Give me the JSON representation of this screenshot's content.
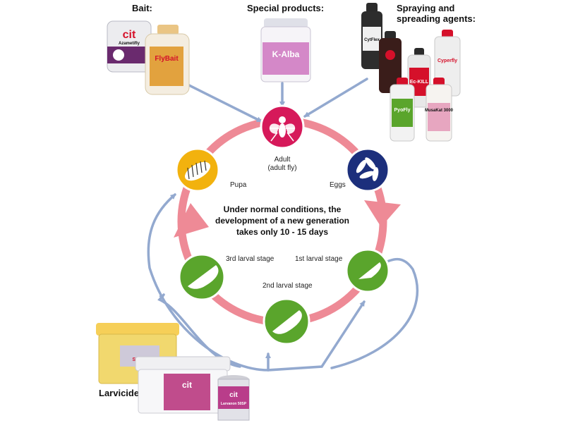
{
  "categories": {
    "bait": "Bait:",
    "special": "Special products:",
    "spraying_line1": "Spraying and",
    "spraying_line2": "spreading agents:",
    "larvicides": "Larvicides:"
  },
  "stages": {
    "adult_line1": "Adult",
    "adult_line2": "(adult fly)",
    "eggs": "Eggs",
    "first_larval": "1st larval stage",
    "second_larval": "2nd larval stage",
    "third_larval": "3rd larval stage",
    "pupa": "Pupa"
  },
  "center_text": {
    "line1": "Under normal conditions, the",
    "line2": "development of a new generation",
    "line3": "takes only 10 - 15 days"
  },
  "products": {
    "bait_tin_brand": "cit",
    "bait_tin_name": "Azametifly",
    "bait_jar_name": "FlyBait",
    "special_tub_name": "K-Alba",
    "spray_bottle_1": "CytFlex",
    "spray_bottle_2": "Cyperfly",
    "spray_bottle_3": "Ec-KILL",
    "spray_bottle_4": "PyoFly",
    "spray_bottle_5": "MusaKat 3000",
    "larv_bucket_yellow": "Solfac",
    "larv_bucket_white_brand": "cit",
    "larv_tin_brand": "cit",
    "larv_tin_name": "Larvanon 50SP"
  },
  "colors": {
    "cycle_pink": "#ee8a96",
    "magenta": "#d6195a",
    "navy": "#1c2f7c",
    "yellow": "#f2b20e",
    "green": "#5aa52c",
    "arrow_blue": "#93a9cf",
    "brand_red": "#d5102a",
    "purple": "#6a2a6e"
  }
}
